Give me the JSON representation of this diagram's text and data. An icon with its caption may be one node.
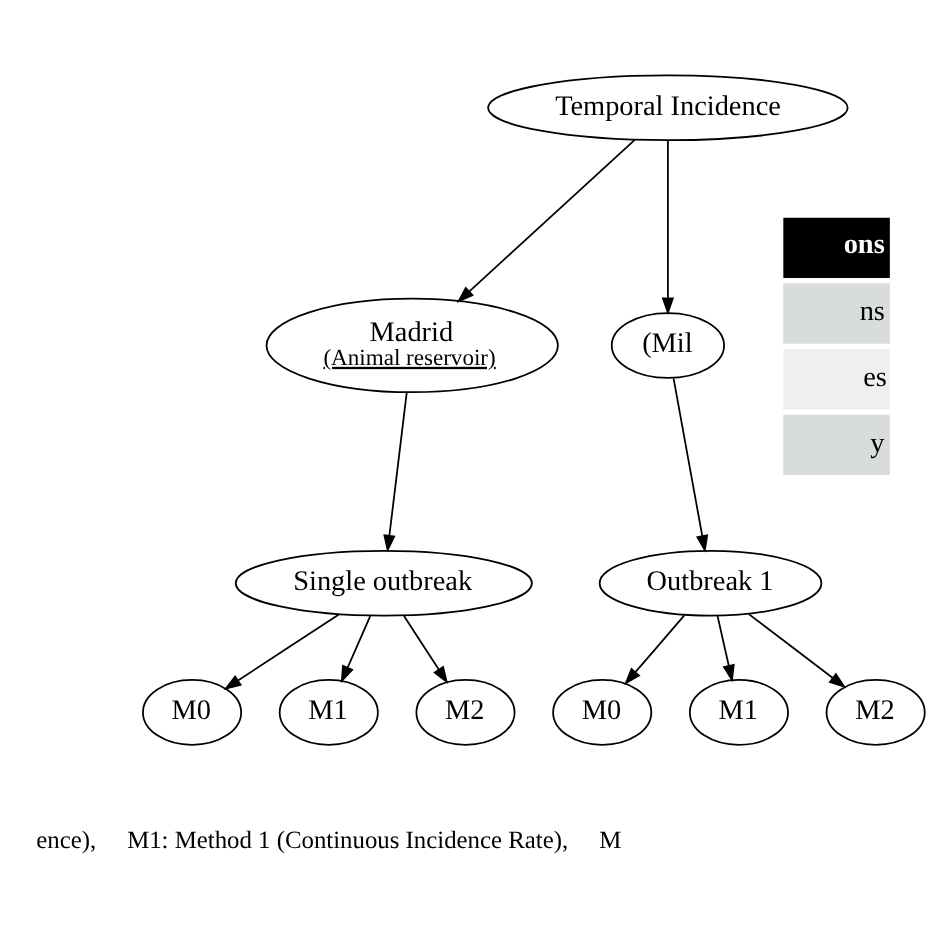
{
  "diagram": {
    "nodes": [
      {
        "text": [
          "Temporal Incidence"
        ]
      },
      {
        "text": [
          "Madrid",
          "(Animal reservoir)"
        ]
      },
      {
        "text": [
          "(Mil"
        ]
      },
      {
        "text": [
          "Single outbreak"
        ]
      },
      {
        "text": [
          "M0"
        ]
      },
      {
        "text": [
          "M1"
        ]
      },
      {
        "text": [
          "M2"
        ]
      },
      {
        "text": [
          "Outbreak 1"
        ]
      },
      {
        "text": [
          "M0"
        ]
      },
      {
        "text": [
          "M1"
        ]
      },
      {
        "text": [
          "M2"
        ]
      }
    ],
    "edges": [
      {
        "from": 0,
        "to": 1,
        "arrow": "to"
      },
      {
        "from": 0,
        "to": 2,
        "arrow": "to"
      },
      {
        "from": 1,
        "to": 3,
        "arrow": "to"
      },
      {
        "from": 3,
        "to": 4,
        "arrow": "to"
      },
      {
        "from": 3,
        "to": 5,
        "arrow": "to"
      },
      {
        "from": 3,
        "to": 6,
        "arrow": "to"
      },
      {
        "from": 2,
        "to": 7,
        "arrow": "to"
      },
      {
        "from": 7,
        "to": 8,
        "arrow": "to"
      },
      {
        "from": 7,
        "to": 9,
        "arrow": "to"
      },
      {
        "from": 7,
        "to": 10,
        "arrow": "to"
      }
    ],
    "labels": [
      "ons",
      "ns",
      "es",
      "y",
      "ence),     M1: Method 1 (Continuous Incidence Rate),     M"
    ]
  }
}
